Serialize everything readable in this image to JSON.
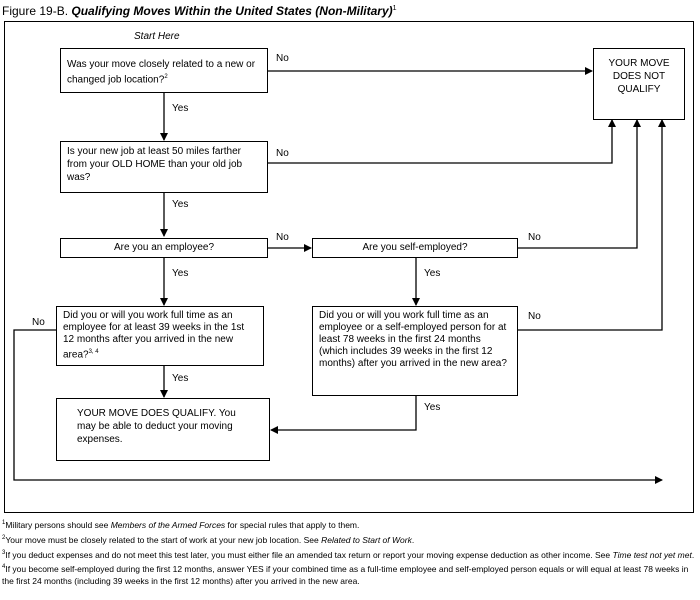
{
  "title": {
    "figure": "Figure 19-B.",
    "heading": "Qualifying Moves Within the United States (Non-Military)",
    "heading_note": "1"
  },
  "flow": {
    "start": "Start Here",
    "q1": "Was your move closely related to a new or changed job location?",
    "q1_note": "2",
    "q2": "Is your new job at least 50 miles farther from your OLD HOME than your old job was?",
    "q3": "Are you an employee?",
    "q4": "Are you self-employed?",
    "q5": "Did you or will you work full time as an employee for at least 39 weeks in the 1st 12 months after you arrived in the new area?",
    "q5_note": "3, 4",
    "q6": "Did you or will you work full time as an employee or a self-employed person for at least 78 weeks in the first 24 months (which includes 39 weeks in the first 12 months) after you arrived in the new area?",
    "qualify": "YOUR MOVE DOES QUALIFY. You may be able to deduct your moving expenses.",
    "not_qualify": "YOUR MOVE DOES NOT QUALIFY",
    "yes": "Yes",
    "no": "No"
  },
  "footnotes": {
    "n1_num": "1",
    "n1_a": "Military persons should see ",
    "n1_ref": "Members of the Armed Forces",
    "n1_b": " for special rules that apply to them.",
    "n2_num": "2",
    "n2_a": "Your move must be closely related to the start of work at your new job location. See ",
    "n2_ref": "Related to Start of Work",
    "n2_b": ".",
    "n3_num": "3",
    "n3_a": "If you deduct expenses and do not meet this test later, you must either file an amended tax return or report your moving expense deduction as other income. See ",
    "n3_ref": "Time test not yet met",
    "n3_b": ".",
    "n4_num": "4",
    "n4_text": "If you become self-employed during the first 12 months, answer YES if your combined time as a full-time employee and self-employed person equals or will equal at least 78 weeks in the first 24 months (including 39 weeks in the first 12 months) after you arrived in the new area."
  }
}
